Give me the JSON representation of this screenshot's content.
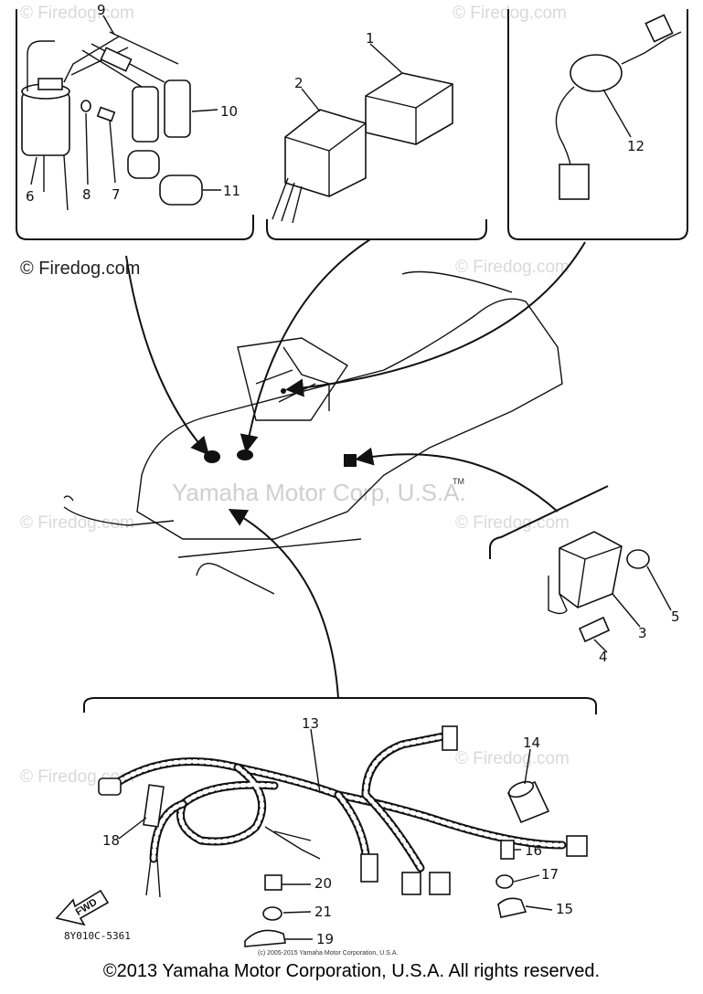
{
  "watermarks": {
    "brand": "© Firedog.com",
    "center": "Yamaha Motor Corp, U.S.A.",
    "tm": "TM"
  },
  "part_numbers": {
    "p1": "1",
    "p2": "2",
    "p3": "3",
    "p4": "4",
    "p5": "5",
    "p6": "6",
    "p7": "7",
    "p8": "8",
    "p9": "9",
    "p10": "10",
    "p11": "11",
    "p12": "12",
    "p13": "13",
    "p14": "14",
    "p15": "15",
    "p16": "16",
    "p17": "17",
    "p18": "18",
    "p19": "19",
    "p20": "20",
    "p21": "21"
  },
  "fwd_label": "FWD",
  "diagram_code": "8Y010C-5361",
  "small_copyright": "(c) 2005-2015 Yamaha Motor Corporation, U.S.A.",
  "footer": "©2013 Yamaha Motor Corporation, U.S.A. All rights reserved."
}
